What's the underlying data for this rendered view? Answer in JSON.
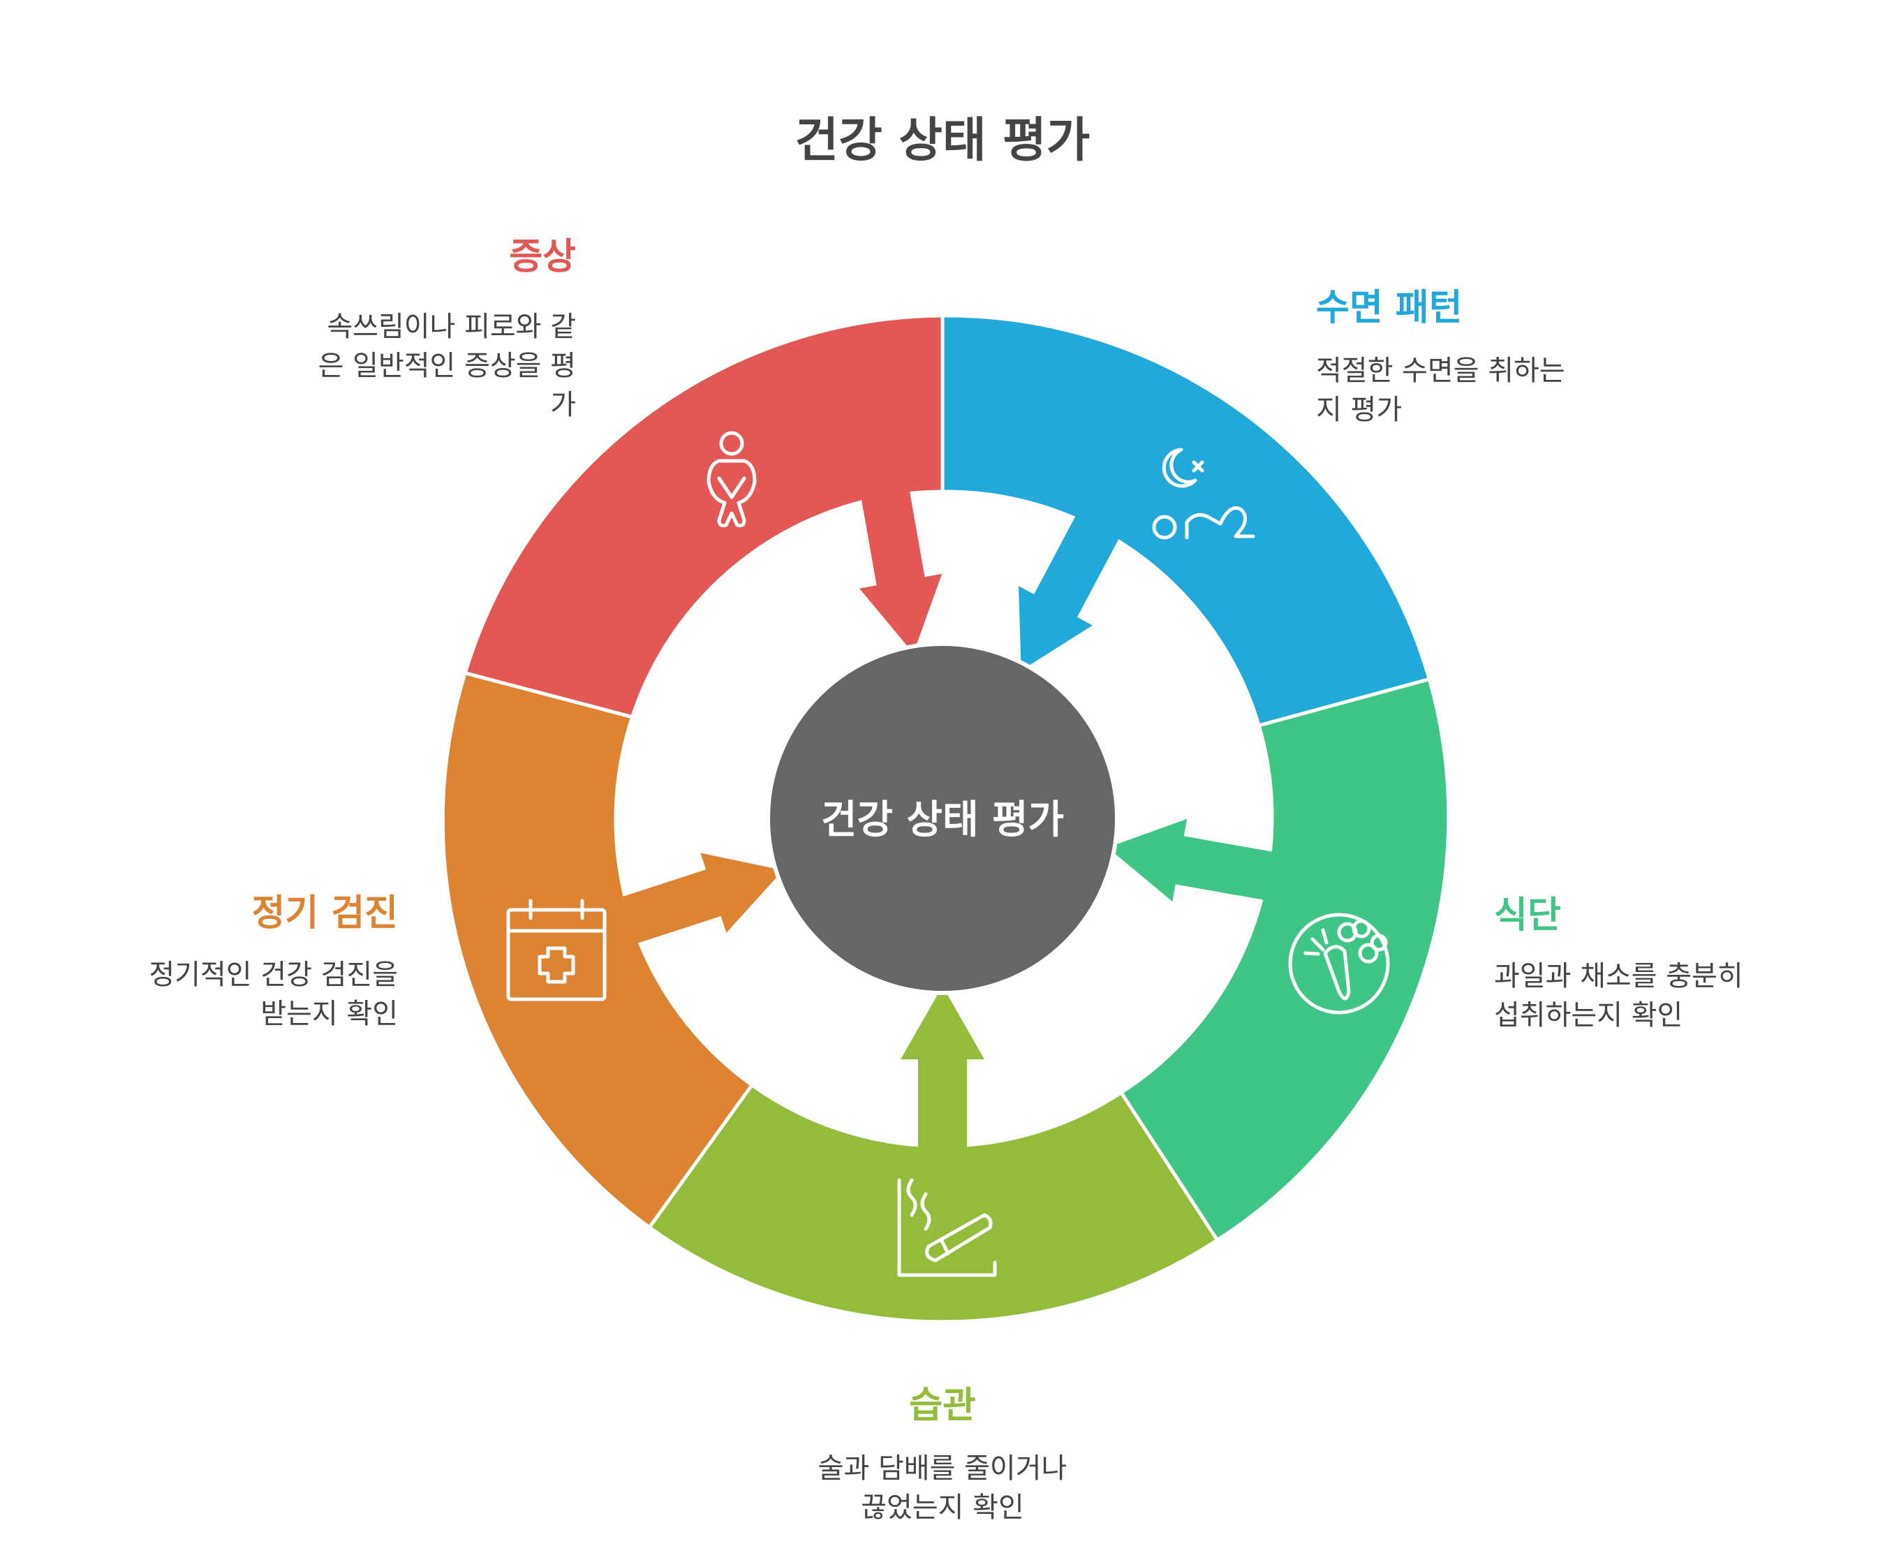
{
  "title": "건강 상태 평가",
  "center_label": "건강 상태 평가",
  "colors": {
    "symptoms": "#E35855",
    "sleep": "#20A9DA",
    "diet": "#3FC585",
    "habits": "#92BC3A",
    "checkup": "#DD8331",
    "center": "#666666"
  },
  "segments": {
    "symptoms": {
      "title": "증상",
      "desc_lines": [
        "속쓰림이나 피로와 같",
        "은 일반적인 증상을 평",
        "가"
      ],
      "icon": "person-icon"
    },
    "sleep": {
      "title": "수면 패턴",
      "desc_lines": [
        "적절한 수면을 취하는",
        "지 평가"
      ],
      "icon": "sleeping-person-icon"
    },
    "diet": {
      "title": "식단",
      "desc_lines": [
        "과일과 채소를 충분히",
        "섭취하는지 확인"
      ],
      "icon": "carrot-broccoli-icon"
    },
    "habits": {
      "title": "습관",
      "desc_lines": [
        "술과 담배를 줄이거나",
        "끊었는지 확인"
      ],
      "icon": "cigarette-icon"
    },
    "checkup": {
      "title": "정기 검진",
      "desc_lines": [
        "정기적인 건강 검진을",
        "받는지 확인"
      ],
      "icon": "calendar-medical-icon"
    }
  }
}
